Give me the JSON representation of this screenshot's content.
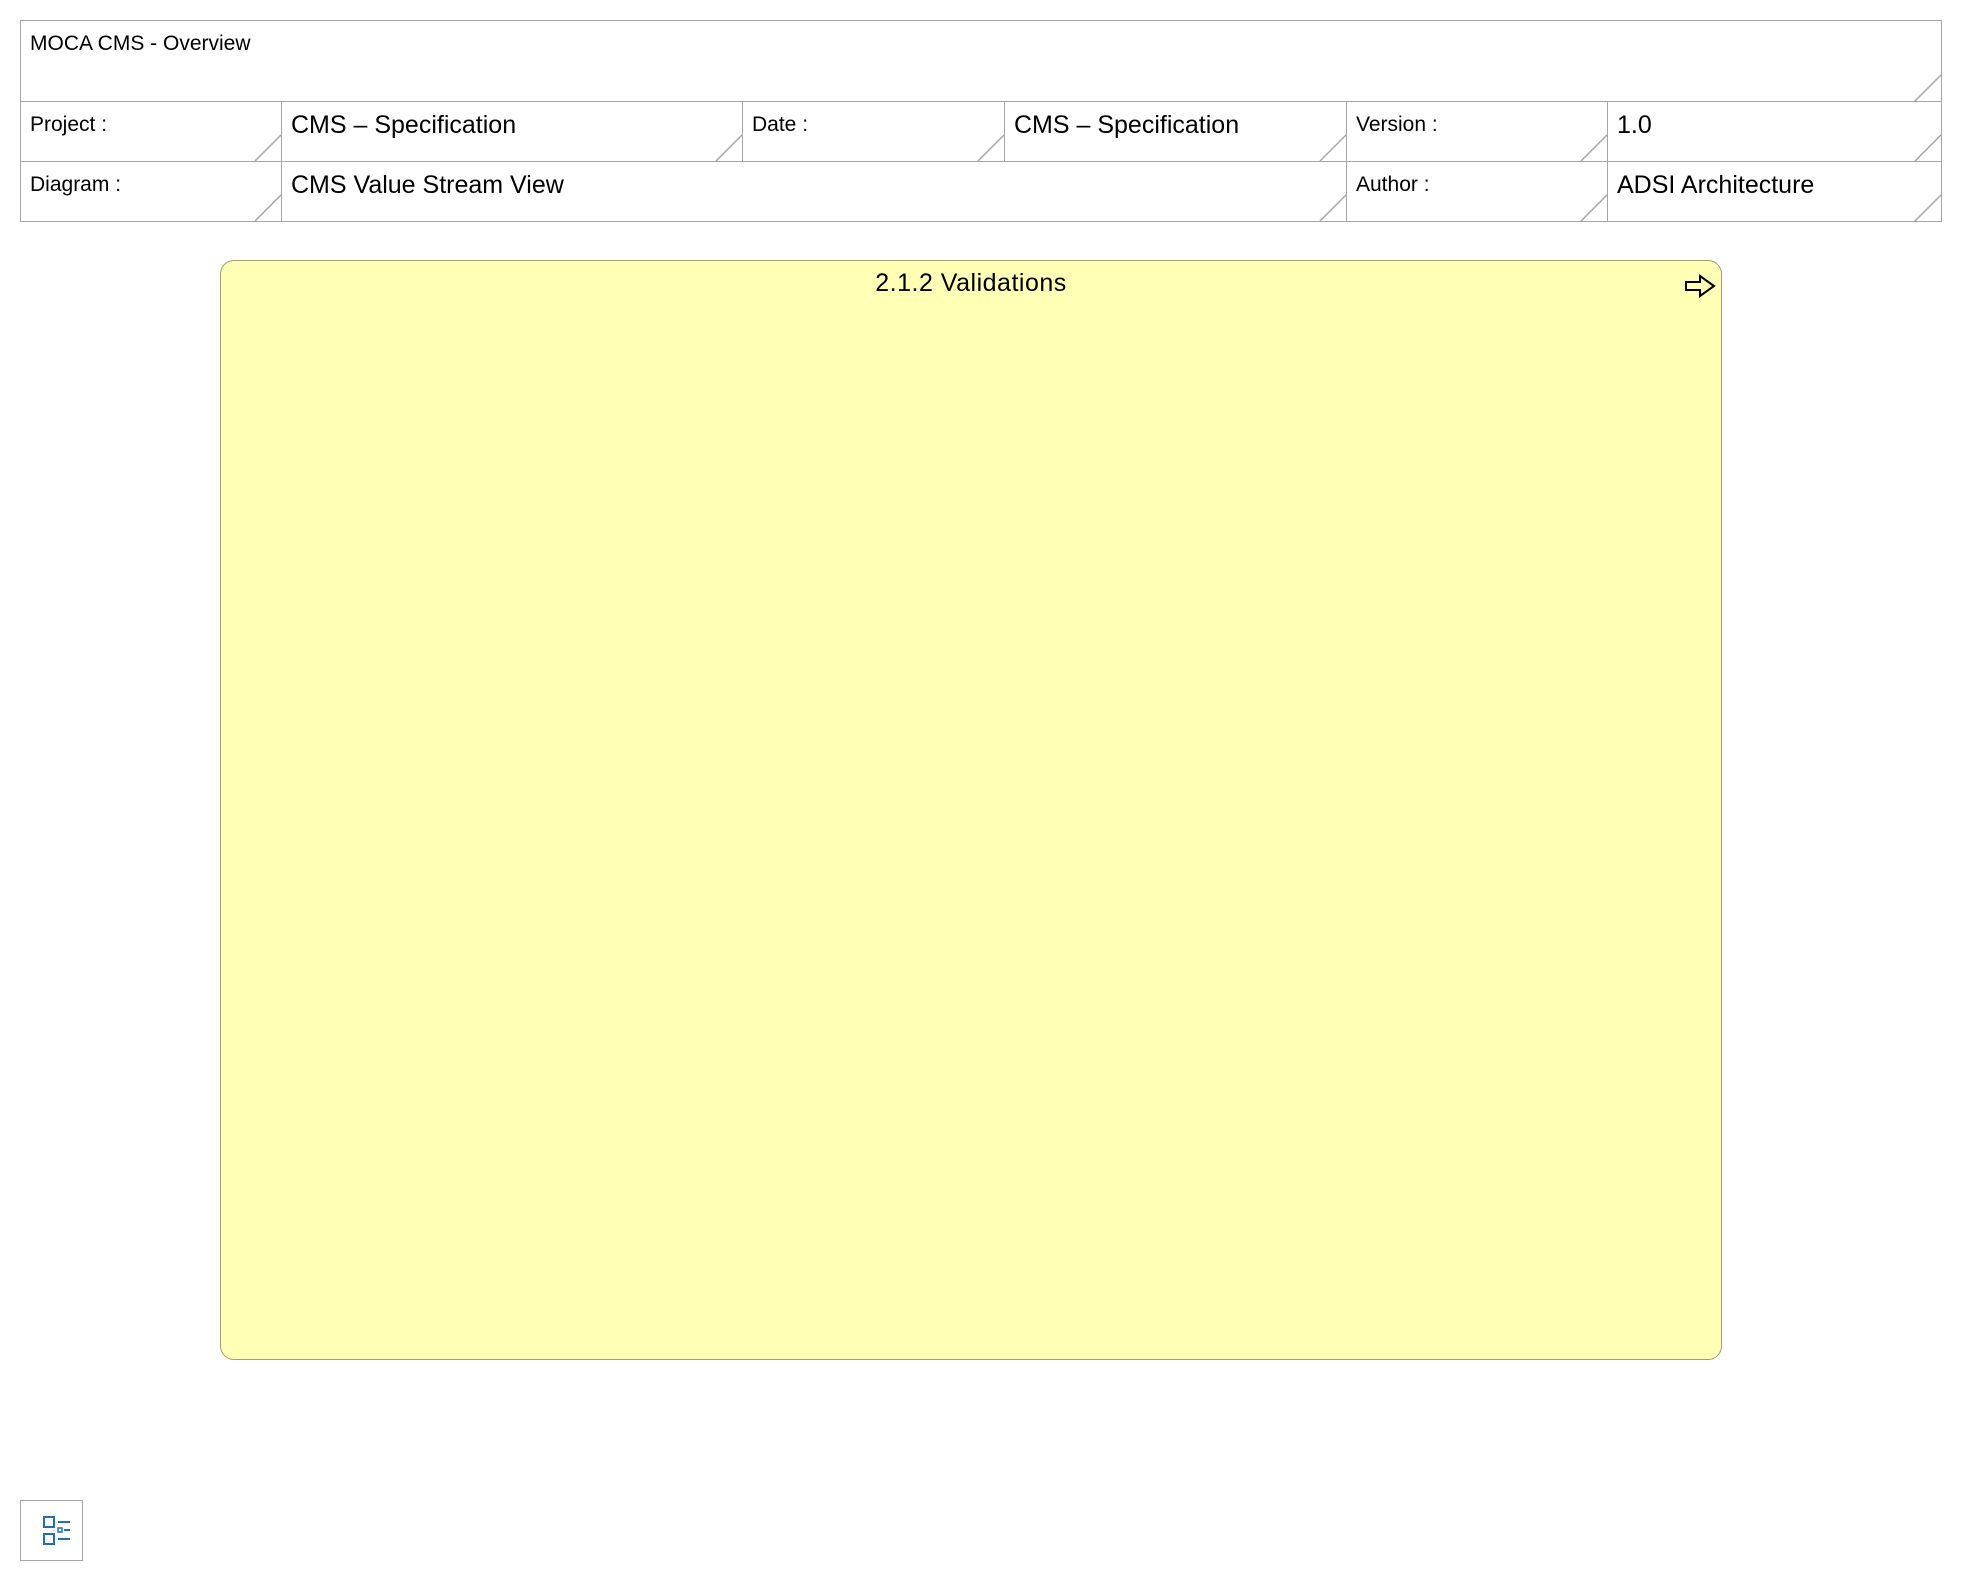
{
  "header": {
    "title": "MOCA CMS - Overview",
    "project_label": "Project :",
    "project_value": "CMS – Specification",
    "date_label": "Date :",
    "date_value": "CMS – Specification",
    "version_label": "Version :",
    "version_value": "1.0",
    "diagram_label": "Diagram :",
    "diagram_value": "CMS Value Stream View",
    "author_label": "Author :",
    "author_value": "ADSI Architecture"
  },
  "diagram": {
    "value_stream": {
      "title": "2.1.2 Validations",
      "icon": "value-stream-arrow-icon",
      "fill_color": "#ffffb5",
      "border_color": "#a39f72"
    }
  },
  "legend_button": {
    "icon": "legend-icon",
    "icon_color": "#1f6fb5"
  }
}
